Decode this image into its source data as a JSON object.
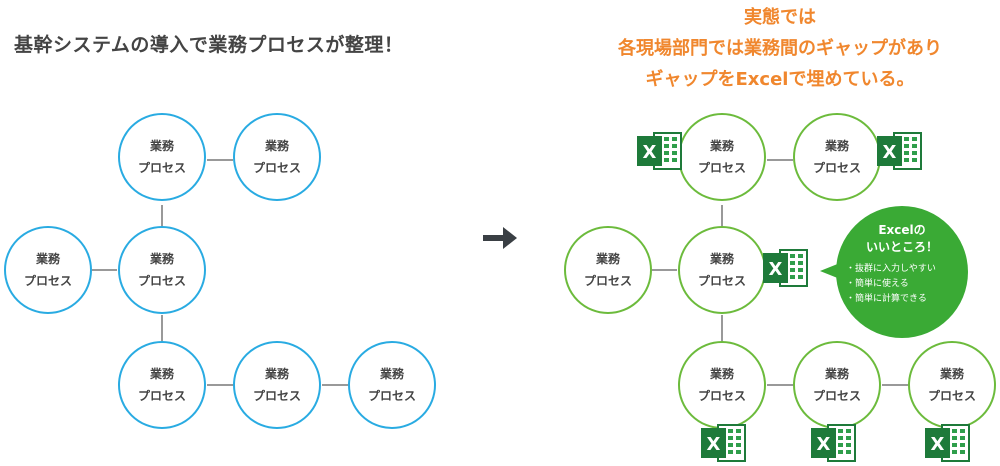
{
  "left_title": "基幹システムの導入で業務プロセスが整理！",
  "right_title": [
    "実態では",
    "各現場部門では業務間のギャップがあり",
    "ギャップをExcelで埋めている。"
  ],
  "node": {
    "line1": "業務",
    "line2": "プロセス"
  },
  "excel_letter": "X",
  "bubble": {
    "title1": "Excelの",
    "title2": "いいところ！",
    "points": [
      "抜群に入力しやすい",
      "簡単に使える",
      "簡単に計算できる"
    ]
  },
  "colors": {
    "blue": "#29abe2",
    "green": "#6cbb3c",
    "orange": "#f0872e",
    "excel_dark": "#1e7a3a",
    "excel_light": "#2f9e4b",
    "bubble": "#3aaa35"
  }
}
